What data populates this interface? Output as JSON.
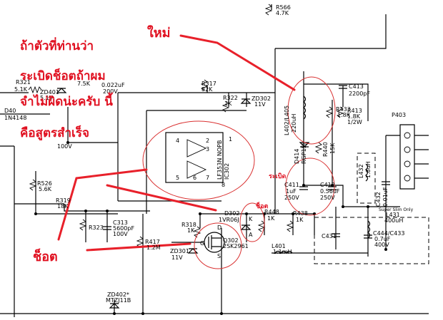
{
  "annotations": {
    "note_line1": "ถ้าตัวที่ท่านว่า",
    "note_line2": "ระเบิดช็อตถ้าผม",
    "note_line3": "จำไม่ผิดน่ะครับ นี้",
    "note_line4": "คือสูตรสำเร็จ",
    "new_label": "ใหม่",
    "short_label": "ช็อต",
    "burst_label": "ระเบิด",
    "short_small_label": "ช็อต"
  },
  "components": {
    "r566": "R566",
    "r566_val": "4.7K",
    "r321": "R321",
    "r321_val": "5.1K",
    "zd401": "ZD401",
    "zd401_val": "5.1V",
    "r_top_val": "7.5K",
    "c_top_val": "0.022uF",
    "c_top_v": "200V",
    "d40": "D40",
    "d40_val": "1N4148",
    "c_left_v": "100V",
    "r317": "R317",
    "r317_val": "82K",
    "r322": "R322",
    "r322_val": "1K",
    "zd302": "ZD302",
    "zd302_val": "11V",
    "c413": "C413",
    "c413_val": "2200pF",
    "l402": "L402/L405",
    "l402_val": "220uH",
    "r433": "R433",
    "r433_val": "1.8K",
    "r413": "R413",
    "r413_val": "1.8K",
    "r413_p": "1/2W",
    "p403": "P403",
    "d414": "D414",
    "d414_val": "RGP15J",
    "r440": "R440",
    "r440_val": "15K",
    "l432": "L432",
    "l432_val": "1.8uH",
    "c432": "C432",
    "c432_val": "0.01uF",
    "c411": "C411",
    "c411_val": "1uF",
    "c411_v": "250V",
    "c412": "C412",
    "c412_val": "0.56uF",
    "c412_v": "250V",
    "super_slim": "Super Slim Only",
    "ic302": "IC302",
    "ic302_part": "LF353N NOPB",
    "r526": "R526",
    "r526_val": "5.6K",
    "r319": "R319",
    "r319_val": "18K",
    "r323": "R323",
    "c313": "C313",
    "c313_val": "5600pF",
    "c313_v": "100V",
    "r417": "R417",
    "r417_val": "1.2M",
    "r318": "R318",
    "r318_val": "1K",
    "zd301": "ZD301",
    "zd301_val": "11V",
    "d302": "D302",
    "d302_val": "1VR06J",
    "q302": "Q302",
    "q302_val": "2SK2961",
    "r448": "R448",
    "r448_val": "1K",
    "r438": "R438",
    "r438_val": "1K",
    "c431": "C431",
    "l401": "L401",
    "l401_val": "1.1mH",
    "l431": "L431",
    "l431_val": "400uH",
    "c444": "C444/C433",
    "c444_val": "0.7uF",
    "c444_v": "400V",
    "zd402": "ZD402*",
    "zd402_val": "MTZJ11B"
  },
  "pins": {
    "p1": "1",
    "p2": "2",
    "p3": "3",
    "p4": "4",
    "p5": "5",
    "p6": "6",
    "p7": "7",
    "p8": "8",
    "g": "G",
    "d": "D",
    "s": "S",
    "k": "K",
    "a": "A"
  }
}
